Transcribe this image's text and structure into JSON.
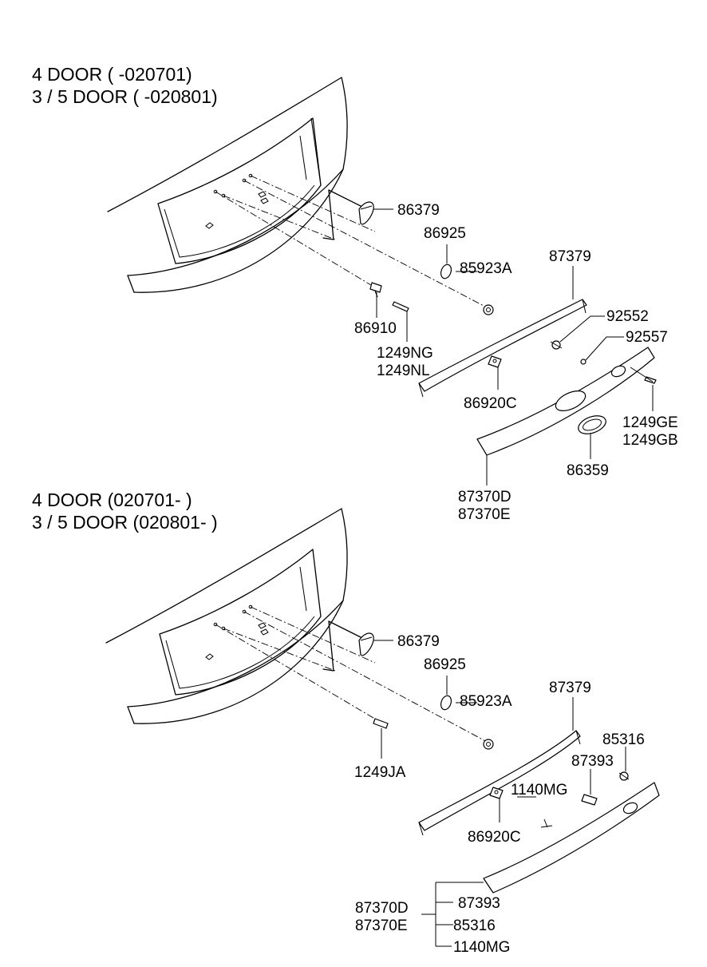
{
  "sections": [
    {
      "header": [
        "4 DOOR  ( -020701)",
        "3 / 5 DOOR ( -020801)"
      ],
      "labels": {
        "p86379": "86379",
        "p86925": "86925",
        "p85923a": "85923A",
        "p87379": "87379",
        "p92552": "92552",
        "p92557": "92557",
        "p86910": "86910",
        "p1249ng": "1249NG",
        "p1249nl": "1249NL",
        "p86920c": "86920C",
        "p1249ge": "1249GE",
        "p1249gb": "1249GB",
        "p86359": "86359",
        "p87370d": "87370D",
        "p87370e": "87370E"
      }
    },
    {
      "header": [
        "4 DOOR  (020701- )",
        "3 / 5 DOOR (020801- )"
      ],
      "labels": {
        "p86379": "86379",
        "p86925": "86925",
        "p85923a": "85923A",
        "p87379": "87379",
        "p85316": "85316",
        "p87393": "87393",
        "p1140mg": "1140MG",
        "p1249ja": "1249JA",
        "p86920c": "86920C",
        "p87370d": "87370D",
        "p87370e": "87370E",
        "p87393b": "87393",
        "p85316b": "85316",
        "p1140mgb": "1140MG"
      }
    }
  ]
}
